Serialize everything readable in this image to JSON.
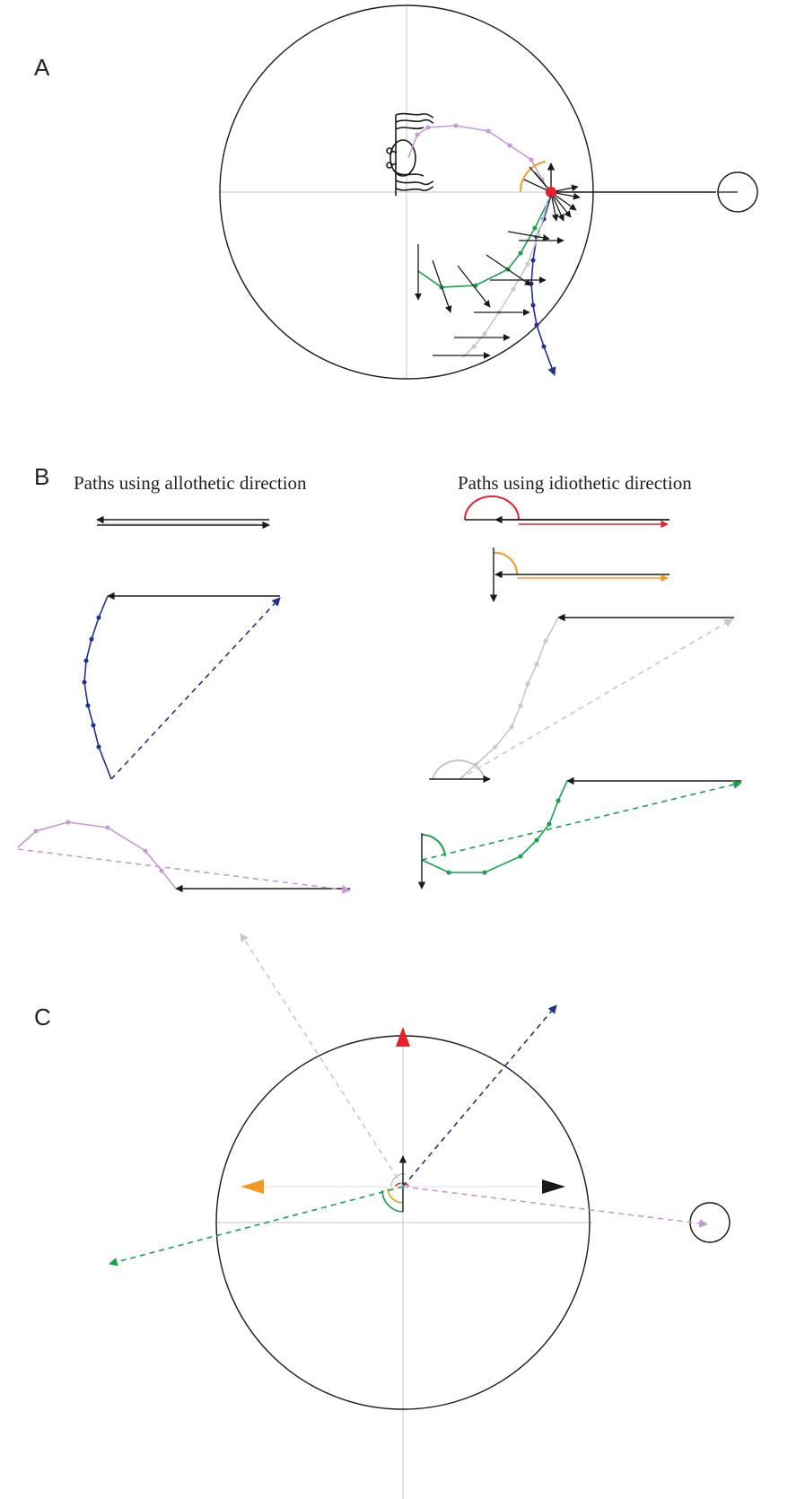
{
  "panels": {
    "a": {
      "label": "A"
    },
    "b": {
      "label": "B",
      "allothetic_caption": "Paths using allothetic direction",
      "idiothetic_caption": "Paths using idiothetic direction"
    },
    "c": {
      "label": "C"
    }
  },
  "colors": {
    "black": "#1a1a1a",
    "red": "#e8202a",
    "orange": "#f39a26",
    "gray": "#c8c8c8",
    "blue": "#1f2f95",
    "green": "#16a34a",
    "purple": "#c49ad2",
    "axis": "#cfcfcf"
  }
}
